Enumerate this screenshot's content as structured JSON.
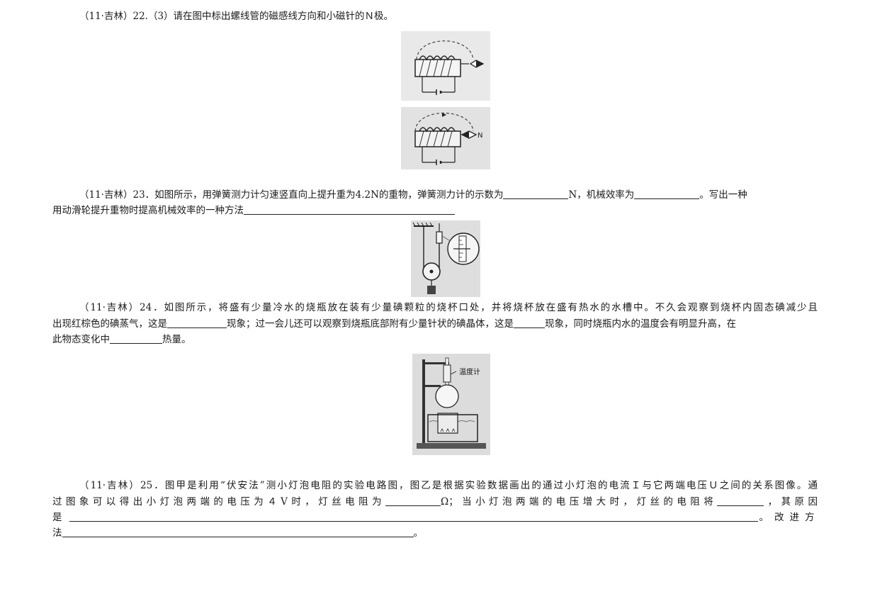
{
  "q22": {
    "source": "（11·吉林）",
    "text": "22.（3）请在图中标出螺线管的磁感线方向和小磁针的Ｎ极。",
    "fig2_label": "N"
  },
  "q23": {
    "source": "（11·吉林）",
    "text1": "23．如图所示，用弹簧测力计匀速竖直向上提升重为4.2N的重物，弹簧测力计的示数为",
    "text2": "N，机械效率为",
    "text3": "。写出一种",
    "text4": "用动滑轮提升重物时提高机械效率的一种方法"
  },
  "q24": {
    "source": "（11·吉林）",
    "text1": "24．如图所示，将盛有少量冷水的烧瓶放在装有少量碘颗粒的烧杯口处，并将烧杯放在盛有热水的水槽中。不久会观察到烧杯内固态碘减少且",
    "text2": "出现红棕色的碘蒸气，这是",
    "text3": "现象；过一会儿还可以观察到烧瓶底部附有少量针状的碘晶体，这是",
    "text4": "现象，同时烧瓶内水的温度会有明显升高，在",
    "text5": "此物态变化中",
    "text6": "热量。",
    "fig_label": "温度计"
  },
  "q25": {
    "source": "（11·吉林）",
    "text1": "25．图甲是利用“伏安法”测小灯泡电阻的实验电路图，图乙是根据实验数据画出的通过小灯泡的电流Ｉ与它两端电压Ｕ之间的关系图像。通",
    "text2": "过图象可以得出小灯泡两端的电压为４V时，灯丝电阻为",
    "text3": "Ω；当小灯泡两端的电压增大时，灯丝的电阻将",
    "text4": "，其原因",
    "text5": "是",
    "text6": "。改进方",
    "text7": "法",
    "text8": "。"
  }
}
